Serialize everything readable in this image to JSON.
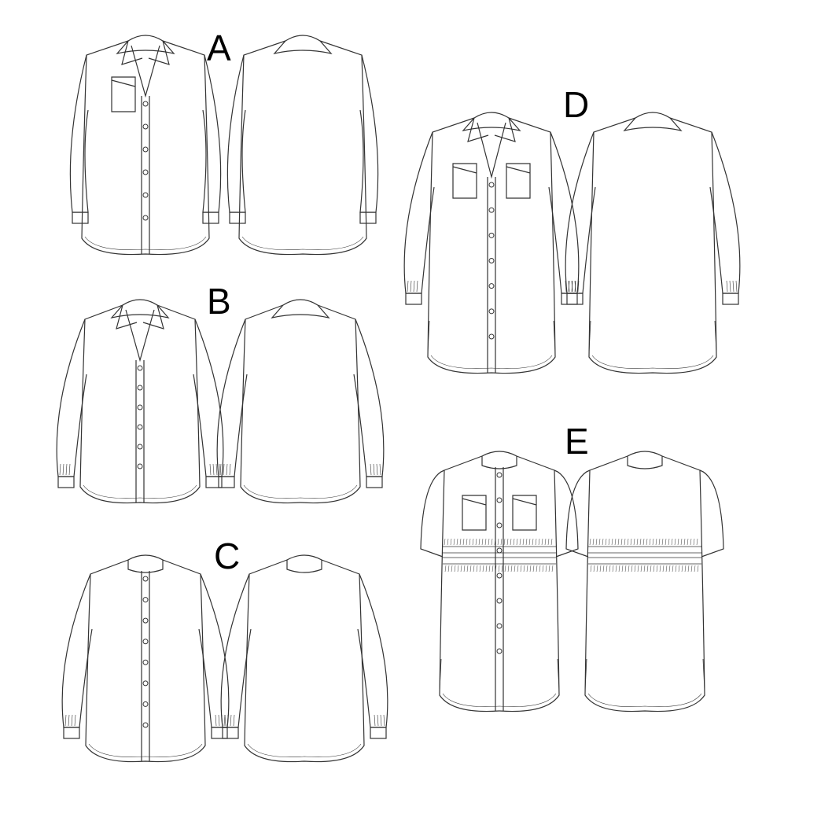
{
  "views": [
    {
      "id": "A",
      "label": "A"
    },
    {
      "id": "B",
      "label": "B"
    },
    {
      "id": "C",
      "label": "C"
    },
    {
      "id": "D",
      "label": "D"
    },
    {
      "id": "E",
      "label": "E"
    }
  ],
  "colors": {
    "line": "#333333",
    "background": "#ffffff"
  }
}
